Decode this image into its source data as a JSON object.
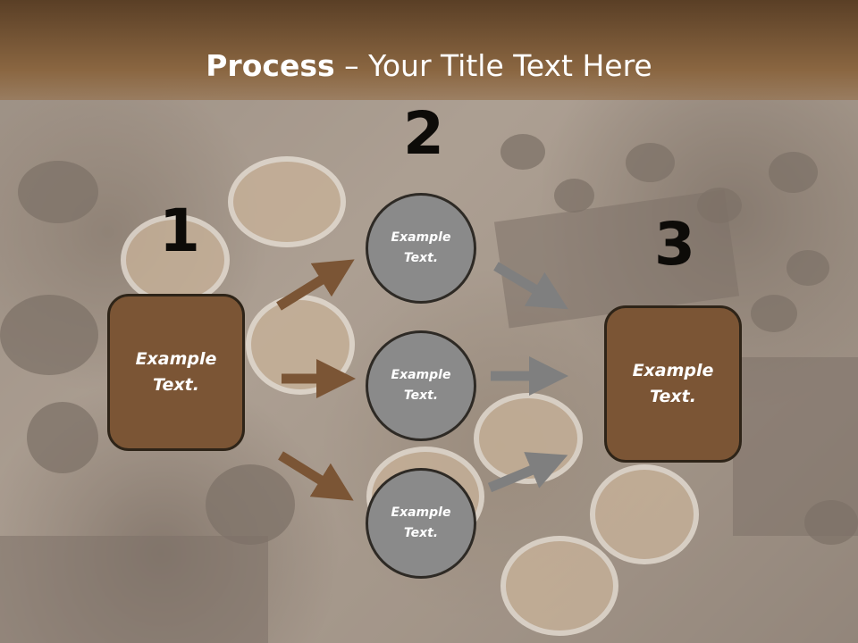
{
  "slide": {
    "title_bold": "Process",
    "title_rest": " – Your Title Text Here"
  },
  "steps": [
    {
      "number": "1",
      "label": "Example\nText."
    },
    {
      "number": "2",
      "labels": [
        "Example\nText.",
        "Example\nText.",
        "Example\nText."
      ]
    },
    {
      "number": "3",
      "label": "Example\nText."
    }
  ],
  "colors": {
    "header": "#7e5b38",
    "box_fill": "#7b5535",
    "circle_fill": "#8a8a8a",
    "arrow_brown": "#7b5535",
    "arrow_gray": "#7f7f7f"
  }
}
